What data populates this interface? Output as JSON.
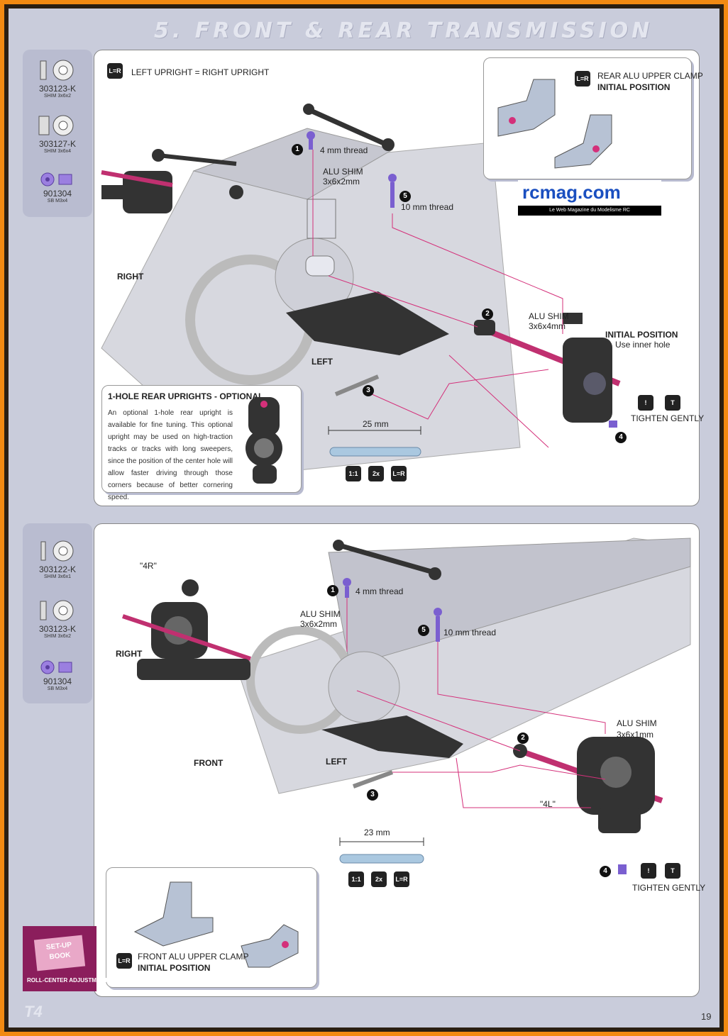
{
  "title": "5. FRONT & REAR TRANSMISSION",
  "page_number": "19",
  "footer_logo": "T4",
  "watermark": {
    "brand": "rcmag.com",
    "tagline": "Le Web Magazine du Modelisme RC"
  },
  "top_parts": [
    {
      "code": "303123-K",
      "desc": "SHIM 3x6x2"
    },
    {
      "code": "303127-K",
      "desc": "SHIM 3x6x4"
    },
    {
      "code": "901304",
      "desc": "SB M3x4"
    }
  ],
  "bottom_parts": [
    {
      "code": "303122-K",
      "desc": "SHIM 3x6x1"
    },
    {
      "code": "303123-K",
      "desc": "SHIM 3x6x2"
    },
    {
      "code": "901304",
      "desc": "SB M3x4"
    }
  ],
  "top_panel": {
    "lr_note": "LEFT UPRIGHT = RIGHT UPRIGHT",
    "clamp_title": "REAR ALU UPPER CLAMP",
    "clamp_sub": "INITIAL POSITION",
    "step1": "4 mm thread",
    "shim1": "ALU SHIM",
    "shim1_size": "3x6x2mm",
    "step5": "10 mm thread",
    "right": "RIGHT",
    "left": "LEFT",
    "shim2": "ALU SHIM",
    "shim2_size": "3x6x4mm",
    "initial": "INITIAL POSITION",
    "inner": "Use inner hole",
    "tighten": "TIGHTEN GENTLY",
    "pin_length": "25 mm",
    "optional_title": "1-HOLE REAR UPRIGHTS - OPTIONAL",
    "optional_text": "An optional 1-hole rear upright is available for fine tuning. This optional upright may be used on high-traction tracks or tracks with long sweepers, since the position of the center hole will allow faster driving through those corners because of better cornering speed.",
    "scale": "1:1",
    "qty": "2x",
    "lr_badge": "L=R",
    "nums": [
      "1",
      "2",
      "3",
      "4",
      "5"
    ]
  },
  "bottom_panel": {
    "label_4r": "\"4R\"",
    "label_4l": "\"4L\"",
    "step1": "4 mm thread",
    "shim1": "ALU SHIM",
    "shim1_size": "3x6x2mm",
    "step5": "10 mm thread",
    "right": "RIGHT",
    "front": "FRONT",
    "left": "LEFT",
    "shim2": "ALU SHIM",
    "shim2_size": "3x6x1mm",
    "tighten": "TIGHTEN GENTLY",
    "pin_length": "23 mm",
    "clamp_title": "FRONT ALU UPPER CLAMP",
    "clamp_sub": "INITIAL POSITION",
    "scale": "1:1",
    "qty": "2x",
    "lr_badge": "L=R",
    "nums": [
      "1",
      "2",
      "3",
      "4",
      "5"
    ]
  },
  "setup_book": {
    "title": "SET-UP BOOK",
    "caption": "ROLL-CENTER ADJUSTMENT"
  },
  "colors": {
    "frame": "#f28a12",
    "page": "#c9ccdb",
    "accent": "#d4307a",
    "part_purple": "#8a6fd0"
  }
}
